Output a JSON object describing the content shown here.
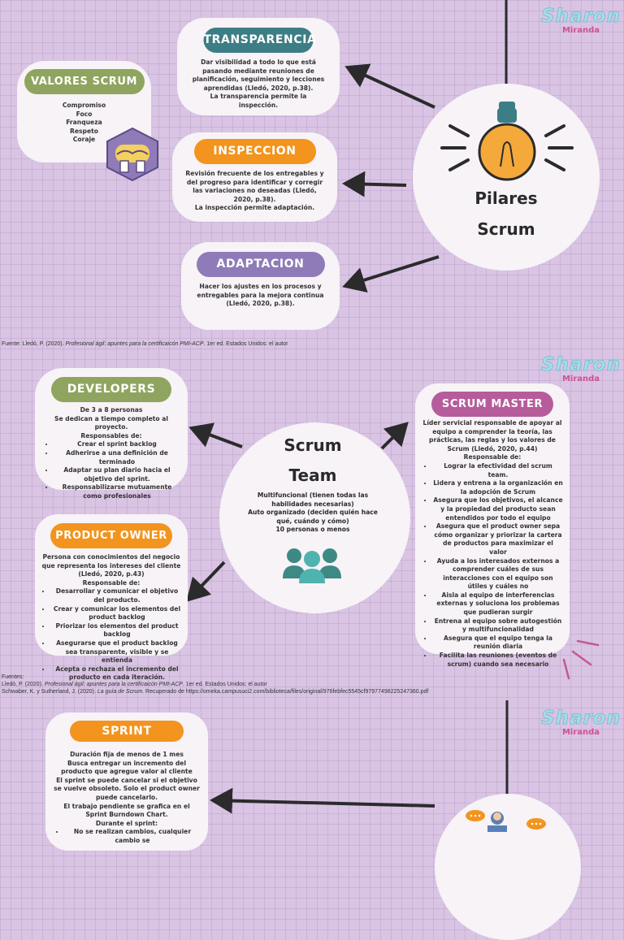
{
  "brand": {
    "name": "Sharon",
    "surname": "Miranda"
  },
  "colors": {
    "teal": "#3d7d85",
    "orange": "#f2941e",
    "purple": "#8f7bb8",
    "green": "#8fa55f",
    "magenta": "#b65c9b",
    "lightbulb": "#f4a93a"
  },
  "pilares": {
    "center_line1": "Pilares",
    "center_line2": "Scrum",
    "transparencia": {
      "title": "TRANSPARENCIA",
      "text": "Dar visibilidad a todo lo que está pasando mediante reuniones de planificación, seguimiento y lecciones aprendidas (Lledó, 2020, p.38).",
      "text2": "La transparencia permite la inspección."
    },
    "inspeccion": {
      "title": "INSPECCION",
      "text": "Revisión frecuente de los entregables y del progreso para identificar y corregir las variaciones no deseadas (Lledó, 2020, p.38).",
      "text2": "La inspección permite adaptación."
    },
    "adaptacion": {
      "title": "ADAPTACION",
      "text": "Hacer los ajustes en los procesos y entregables para la mejora continua (Lledó, 2020, p.38)."
    },
    "valores": {
      "title": "VALORES SCRUM",
      "items": [
        "Compromiso",
        "Foco",
        "Franqueza",
        "Respeto",
        "Coraje"
      ]
    },
    "source_label": "Fuente: Lledó, P. (2020). ",
    "source_italic": "Profesional ágil: apuntes para la certificaicón PMI-ACP",
    "source_rest": ". 1er ed. Estados Unidos: el autor"
  },
  "team": {
    "center_line1": "Scrum",
    "center_line2": "Team",
    "center_text1": "Multifuncional (tienen todas las habilidades necesarias)",
    "center_text2": "Auto organizado (deciden quién hace qué, cuándo y cómo)",
    "center_text3": "10 personas o menos",
    "developers": {
      "title": "DEVELOPERS",
      "intro1": "De 3 a 8 personas",
      "intro2": "Se dedican a tiempo completo al proyecto.",
      "resp": "Responsables de:",
      "items": [
        "Crear el sprint backlog",
        "Adherirse a una definición de terminado",
        "Adaptar su plan diario hacia el objetivo del sprint.",
        "Responsabilizarse mutuamente como profesionales"
      ]
    },
    "product_owner": {
      "title": "PRODUCT OWNER",
      "intro": "Persona con conocimientos del negocio que representa los intereses del cliente (Lledó, 2020, p.43)",
      "resp": "Responsable de:",
      "items": [
        "Desarrollar y comunicar el objetivo del producto.",
        "Crear y comunicar los elementos del product backlog",
        "Priorizar los elementos del product backlog",
        "Asegurarse que el product backlog sea transparente, visible y se entienda",
        "Acepta o rechaza el incremento del producto en cada iteración."
      ]
    },
    "scrum_master": {
      "title": "SCRUM MASTER",
      "intro": "Líder servicial responsable de apoyar al equipo a comprender la teoría, las prácticas, las reglas y los valores de Scrum (Lledó, 2020, p.44)",
      "resp": "Responsable de:",
      "items": [
        "Lograr la efectividad del scrum team.",
        "Lidera y entrena a la organización en la adopción de Scrum",
        "Asegura que los objetivos, el alcance y la propiedad del producto sean entendidos por todo el equipo",
        "Asegura que el product owner sepa cómo organizar y priorizar la cartera de productos para maximizar el valor",
        "Ayuda a los interesados externos a comprender cuáles de sus interacciones con el equipo son útiles y cuáles no",
        "Aisla al equipo de interferencias externas y soluciona los problemas que pudieran surgir",
        "Entrena al equipo sobre autogestión y multifuncionalidad",
        "Asegura que el equipo tenga la reunión diaria",
        "Facilita las reuniones (eventos de scrum) cuando sea necesario"
      ]
    },
    "sources_label": "Fuentes:",
    "src1_a": "Lledó, P. (2020). ",
    "src1_i": "Profesional ágil: apuntes para la certificaicón PMI-ACP",
    "src1_b": ". 1er ed. Estados Unidos: el autor",
    "src2_a": "Schwaber, K. y Sutherland, J. (2020). ",
    "src2_i": "La guía de Scrum",
    "src2_b": ". Recuperado de https://omeka.campusuci2.com/biblioteca/files/original/976febfec5545cf97977498225247360.pdf"
  },
  "sprint": {
    "title": "SPRINT",
    "lines": [
      "Duración fija de menos de 1 mes",
      "Busca entregar un incremento del producto que agregue valor al cliente",
      "El sprint se puede cancelar si el objetivo se vuelve obsoleto. Solo el product owner puede cancelarlo.",
      "El trabajo pendiente se grafica en el Sprint Burndown Chart."
    ],
    "during": "Durante el sprint:",
    "items": [
      "No se realizan cambios, cualquier cambio se"
    ]
  }
}
